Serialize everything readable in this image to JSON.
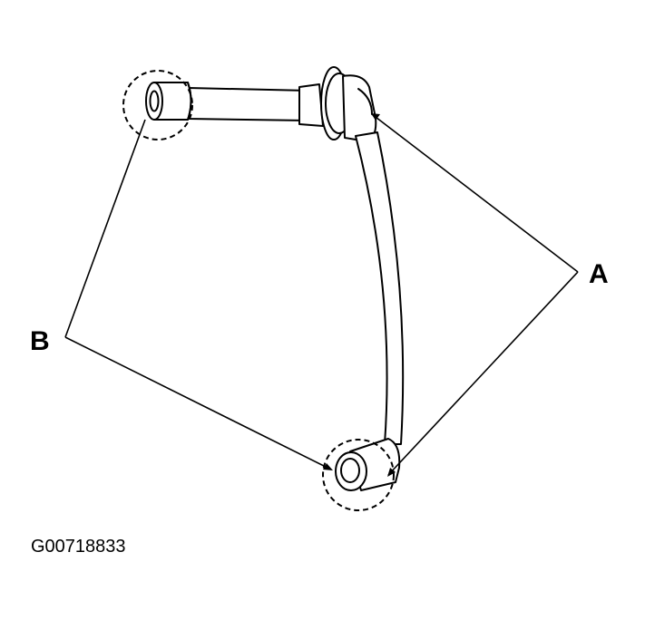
{
  "callouts": {
    "a": "A",
    "b": "B"
  },
  "figure_id": "G00718833",
  "colors": {
    "ink": "#000000",
    "paper": "#ffffff"
  }
}
